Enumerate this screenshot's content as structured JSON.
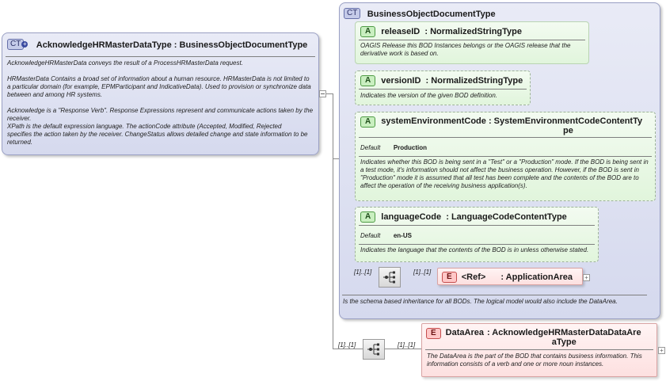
{
  "left_type": {
    "badge": "CT",
    "title": "AcknowledgeHRMasterDataType : BusinessObjectDocumentType",
    "doc_1": "AcknowledgeHRMasterData conveys the result of a ProcessHRMasterData request.",
    "doc_2": "HRMasterData  Contains a broad set of information about a human resource. HRMasterData is not limited to a particular domain (for example, EPMParticipant and IndicativeData). Used to provision or synchronize data between and among HR systems.",
    "doc_3": "Acknowledge is a \"Response Verb\". Response Expressions represent and communicate actions taken by the receiver.",
    "doc_4": "XPath is the default expression language. The actionCode attribute (Accepted, Modified, Rejected",
    "doc_5": "specifies the action taken by the receiver. ChangeStatus allows detailed change and state information to be returned."
  },
  "base_type": {
    "badge": "CT",
    "title": "BusinessObjectDocumentType",
    "doc": "Is the schema based inheritance for all BODs. The logical model would also include the DataArea."
  },
  "attributes": [
    {
      "badge": "A",
      "name": "releaseID",
      "type": "NormalizedStringType",
      "doc": "OAGIS Release this BOD Instances belongs or the OAGIS release that the derivative work is based on."
    },
    {
      "badge": "A",
      "name": "versionID",
      "type": "NormalizedStringType",
      "doc": "Indicates the version of the given BOD definition."
    },
    {
      "badge": "A",
      "name": "systemEnvironmentCode",
      "type_line1": "SystemEnvironmentCodeContentTy",
      "type_line2": "pe",
      "default_label": "Default",
      "default_value": "Production",
      "doc": "Indicates whether this BOD is being sent in a \"Test\" or a \"Production\" mode. If the BOD is being sent in a test mode, it's information should not affect the business operation. However, if the BOD is sent in \"Production\" mode it is assumed that all test has been complete and the contents of the BOD are to affect the operation of the receiving business application(s)."
    },
    {
      "badge": "A",
      "name": "languageCode",
      "type": "LanguageCodeContentType",
      "default_label": "Default",
      "default_value": "en-US",
      "doc": "Indicates the language that the contents of the BOD is in unless otherwise stated."
    }
  ],
  "sequence_inner": {
    "card_left": "[1]..[1]",
    "card_right": "[1]..[1]"
  },
  "app_area": {
    "badge": "E",
    "name": "<Ref>",
    "type": ": ApplicationArea"
  },
  "sequence_outer": {
    "card_left": "[1]..[1]",
    "card_right": "[1]..[1]"
  },
  "data_area": {
    "badge": "E",
    "name": "DataArea",
    "type_line1": ": AcknowledgeHRMasterDataDataAre",
    "type_line2": "aType",
    "doc": "The DataArea is the part of the BOD that contains business information. This information consists of a verb and one or more noun instances."
  },
  "icons": {
    "sequence": "sequence-icon",
    "plus": "expand-plus-icon",
    "minus": "collapse-minus-icon"
  }
}
